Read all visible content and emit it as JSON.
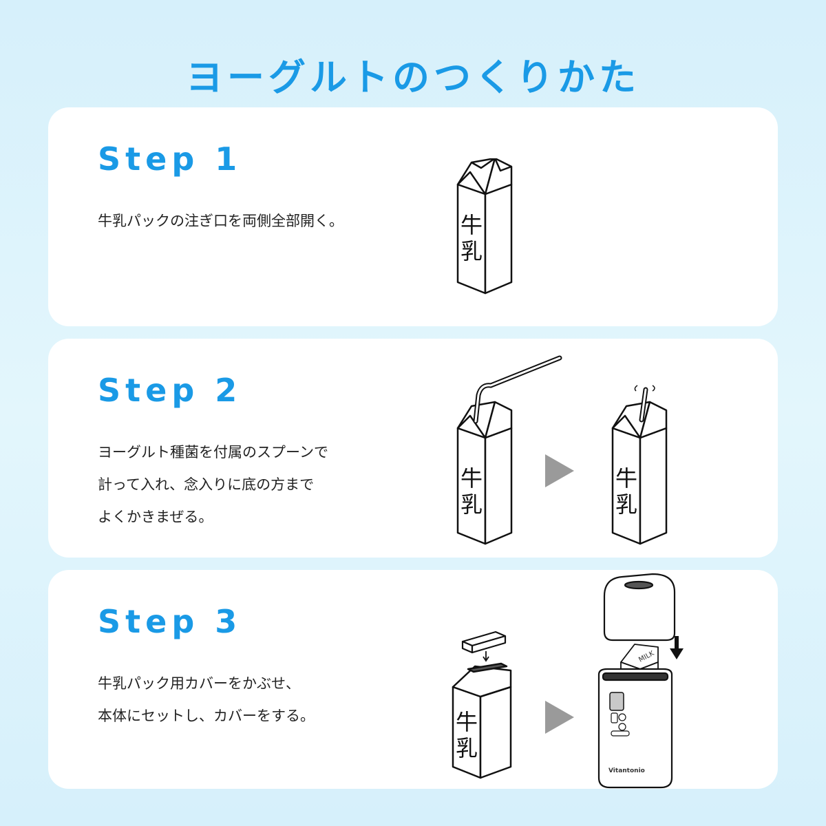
{
  "title": "ヨーグルトのつくりかた",
  "steps": [
    {
      "heading": "Step 1",
      "lines": [
        "牛乳パックの注ぎ口を両側全部開く。"
      ],
      "carton_label": [
        "牛",
        "乳"
      ]
    },
    {
      "heading": "Step 2",
      "lines": [
        "ヨーグルト種菌を付属のスプーンで",
        "計って入れ、念入りに底の方まで",
        "よくかきまぜる。"
      ],
      "carton_label": [
        "牛",
        "乳"
      ]
    },
    {
      "heading": "Step 3",
      "lines": [
        "牛乳パック用カバーをかぶせ、",
        "本体にセットし、カバーをする。"
      ],
      "carton_label": [
        "牛",
        "乳"
      ],
      "inner_carton_label": "MILK",
      "device_brand": "Vitantonio"
    }
  ],
  "colors": {
    "accent": "#1a9ae6",
    "background": "#dcf2fb",
    "card": "#ffffff",
    "arrow": "#9a9a9a"
  },
  "icons": [
    "milk-carton-icon",
    "spoon-icon",
    "play-arrow-icon",
    "yogurt-maker-icon",
    "carton-cover-icon",
    "down-arrow-icon"
  ]
}
